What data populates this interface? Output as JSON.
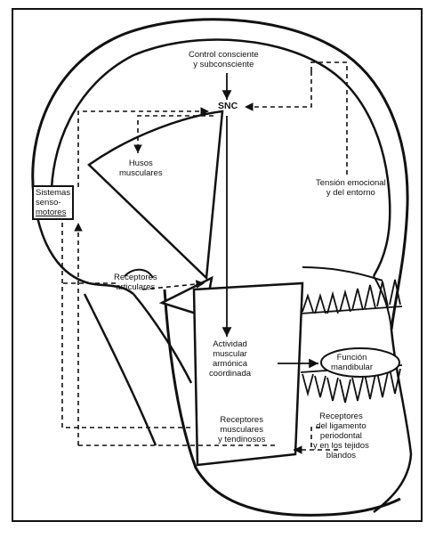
{
  "diagram": {
    "labels": {
      "control": [
        "Control consciente",
        "y subconsciente"
      ],
      "snc": "SNC",
      "husos": [
        "Husos",
        "musculares"
      ],
      "sistemas": [
        "Sistemas",
        "senso-",
        "motores"
      ],
      "tension": [
        "Tensión emocional",
        "y del entorno"
      ],
      "receptores_articulares": [
        "Receptores",
        "articulares"
      ],
      "actividad": [
        "Actividad",
        "muscular",
        "armónica",
        "coordinada"
      ],
      "funcion": [
        "Función",
        "mandibular"
      ],
      "receptores_musculares": [
        "Receptores",
        "musculares",
        "y tendinosos"
      ],
      "receptores_ligamento": [
        "Receptores",
        "del ligamento",
        "periodontal",
        "y en los tejidos",
        "blandos"
      ]
    },
    "colors": {
      "ink": "#111111",
      "paper": "#ffffff"
    },
    "line_style": {
      "solid": "nervous-pathway",
      "dashed": "feedback-pathway"
    }
  }
}
